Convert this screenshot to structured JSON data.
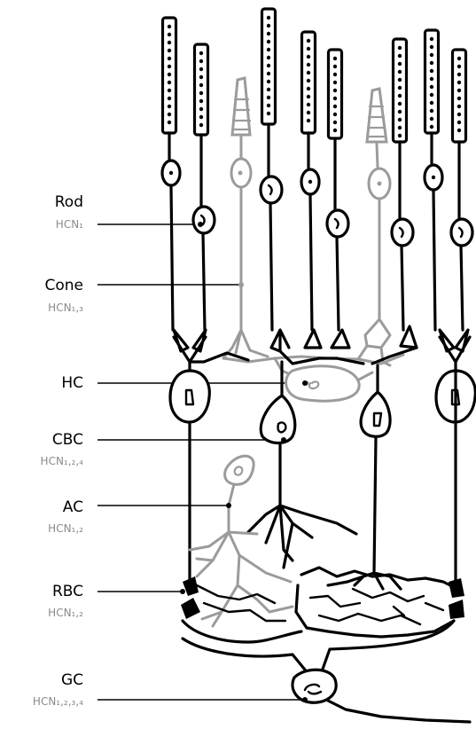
{
  "labels": [
    {
      "id": "rod",
      "name": "Rod",
      "sub": "HCN₁"
    },
    {
      "id": "cone",
      "name": "Cone",
      "sub": "HCN₁,₃"
    },
    {
      "id": "hc",
      "name": "HC",
      "sub": ""
    },
    {
      "id": "cbc",
      "name": "CBC",
      "sub": "HCN₁,₂,₄"
    },
    {
      "id": "ac",
      "name": "AC",
      "sub": "HCN₁,₂"
    },
    {
      "id": "rbc",
      "name": "RBC",
      "sub": "HCN₁,₂"
    },
    {
      "id": "gc",
      "name": "GC",
      "sub": "HCN₁,₂,₃,₄"
    }
  ],
  "colors": {
    "cell_black": "#000000",
    "cell_gray": "#9b9b9b",
    "sub_label": "#8a8a8a"
  }
}
